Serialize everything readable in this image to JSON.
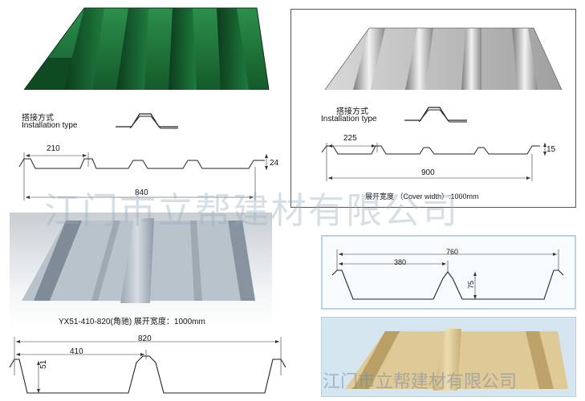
{
  "panel_green": {
    "install_label_cn": "搭接方式",
    "install_label_en": "Installation type",
    "dims": {
      "pitch": "210",
      "height": "24",
      "width": "840"
    }
  },
  "panel_silver": {
    "install_label_cn": "搭接方式",
    "install_label_en": "Installation type",
    "dims": {
      "pitch": "225",
      "height": "15",
      "width": "900"
    },
    "cover_width_caption": "展开宽度 （Cover width）:1000mm"
  },
  "panel_yx51": {
    "model_caption": "YX51-410-820(角驰)  展开宽度：1000mm",
    "dims": {
      "width": "820",
      "pitch": "410",
      "height": "51"
    }
  },
  "panel_760": {
    "dims": {
      "width": "760",
      "pitch": "380",
      "height": "75"
    }
  },
  "watermark_main": "江门市立帮建材有限公司",
  "watermark_bottom": "江门市立帮建材有限公司"
}
